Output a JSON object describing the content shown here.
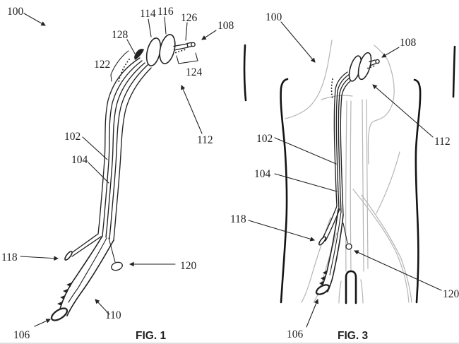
{
  "document": {
    "type": "patent-figure-sheet"
  },
  "colors": {
    "ink": "#222222",
    "heavy_outline": "#141414",
    "anatomy_gray": "#b5b5b5",
    "background": "#ffffff"
  },
  "figure1": {
    "caption": "FIG. 1",
    "labels": {
      "n100": "100",
      "n128": "128",
      "n114": "114",
      "n116": "116",
      "n126": "126",
      "n108": "108",
      "n122": "122",
      "n124": "124",
      "n112": "112",
      "n102": "102",
      "n104": "104",
      "n118": "118",
      "n120": "120",
      "n110": "110",
      "n106": "106"
    }
  },
  "figure3": {
    "caption": "FIG. 3",
    "labels": {
      "n100": "100",
      "n108": "108",
      "n112": "112",
      "n102": "102",
      "n104": "104",
      "n118": "118",
      "n120": "120",
      "n106": "106"
    }
  }
}
